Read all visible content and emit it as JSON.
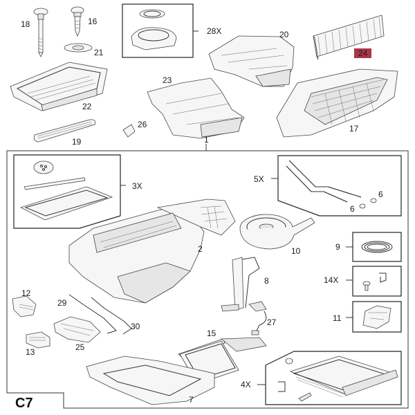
{
  "diagram": {
    "section_code": "C7",
    "highlight_color": "#a8364a",
    "main_assembly_label": "1",
    "callouts": [
      {
        "id": "18",
        "text": "18",
        "part": "long-screw"
      },
      {
        "id": "16",
        "text": "16",
        "part": "self-tapping-screw"
      },
      {
        "id": "21",
        "text": "21",
        "part": "grommet"
      },
      {
        "id": "28X",
        "text": "28X",
        "part": "seal-ring-kit"
      },
      {
        "id": "20",
        "text": "20",
        "part": "upper-duct-housing"
      },
      {
        "id": "24",
        "text": "24",
        "part": "cabin-air-filter",
        "highlighted": true
      },
      {
        "id": "22",
        "text": "22",
        "part": "air-vent-frame"
      },
      {
        "id": "23",
        "text": "23",
        "part": "duct-housing"
      },
      {
        "id": "26",
        "text": "26",
        "part": "clip"
      },
      {
        "id": "17",
        "text": "17",
        "part": "air-inlet-grille"
      },
      {
        "id": "19",
        "text": "19",
        "part": "seal-strip"
      },
      {
        "id": "1",
        "text": "1",
        "part": "heater-ac-module-assembly"
      },
      {
        "id": "3X",
        "text": "3X",
        "part": "filter-seal-kit"
      },
      {
        "id": "5X",
        "text": "5X",
        "part": "refrigerant-pipes-kit"
      },
      {
        "id": "6a",
        "text": "6",
        "part": "o-ring"
      },
      {
        "id": "6b",
        "text": "6",
        "part": "o-ring"
      },
      {
        "id": "2",
        "text": "2",
        "part": "hvac-housing"
      },
      {
        "id": "10",
        "text": "10",
        "part": "blower-motor"
      },
      {
        "id": "9",
        "text": "9",
        "part": "seal"
      },
      {
        "id": "8",
        "text": "8",
        "part": "air-duct"
      },
      {
        "id": "14X",
        "text": "14X",
        "part": "screw-clip-kit"
      },
      {
        "id": "12",
        "text": "12",
        "part": "actuator"
      },
      {
        "id": "29",
        "text": "29",
        "part": "cable"
      },
      {
        "id": "30",
        "text": "30",
        "part": "cable"
      },
      {
        "id": "27",
        "text": "27",
        "part": "wiring-harness"
      },
      {
        "id": "11",
        "text": "11",
        "part": "resistor"
      },
      {
        "id": "25",
        "text": "25",
        "part": "control-unit-bracket"
      },
      {
        "id": "13",
        "text": "13",
        "part": "actuator"
      },
      {
        "id": "15",
        "text": "15",
        "part": "heater-core"
      },
      {
        "id": "4X",
        "text": "4X",
        "part": "evaporator-kit"
      },
      {
        "id": "7",
        "text": "7",
        "part": "lower-housing"
      }
    ]
  }
}
